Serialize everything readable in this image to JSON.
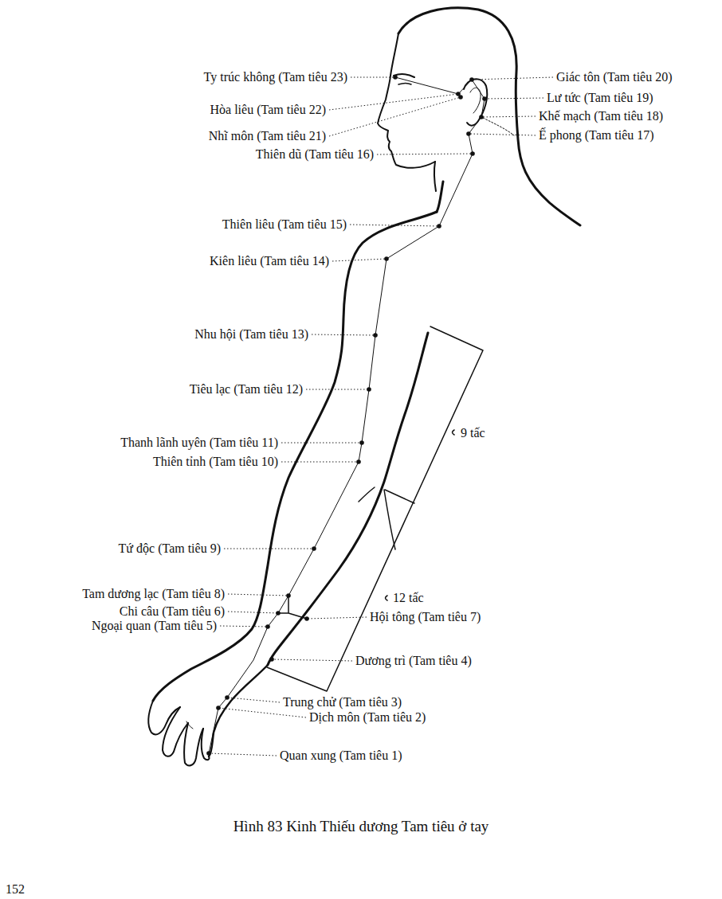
{
  "diagram": {
    "caption": "Hình 83 Kinh Thiếu dương Tam tiêu ở tay",
    "labels": [
      "Ty trúc không (Tam tiêu 23)",
      "Giác tôn (Tam tiêu 20)",
      "Lư tức (Tam tiêu 19)",
      "Hòa liêu (Tam tiêu 22)",
      "Khế mạch (Tam tiêu 18)",
      "Ế phong (Tam tiêu 17)",
      "Nhĩ môn (Tam tiêu 21)",
      "Thiên dũ (Tam tiêu 16)",
      "Thiên liêu (Tam tiêu 15)",
      "Kiên liêu (Tam tiêu 14)",
      "Nhu hội (Tam tiêu 13)",
      "Tiêu lạc (Tam tiêu 12)",
      "9 tấc",
      "Thanh lãnh uyên (Tam tiêu 11)",
      "Thiên tỉnh (Tam tiêu 10)",
      "Tứ độc (Tam tiêu 9)",
      "Tam dương lạc (Tam tiêu 8)",
      "12 tấc",
      "Chi câu (Tam tiêu 6)",
      "Hội tông (Tam tiêu 7)",
      "Ngoại quan (Tam tiêu 5)",
      "Dương trì (Tam tiêu 4)",
      "Trung chử (Tam tiêu 3)",
      "Dịch môn (Tam tiêu 2)",
      "Quan xung (Tam tiêu 1)",
      "152"
    ]
  }
}
